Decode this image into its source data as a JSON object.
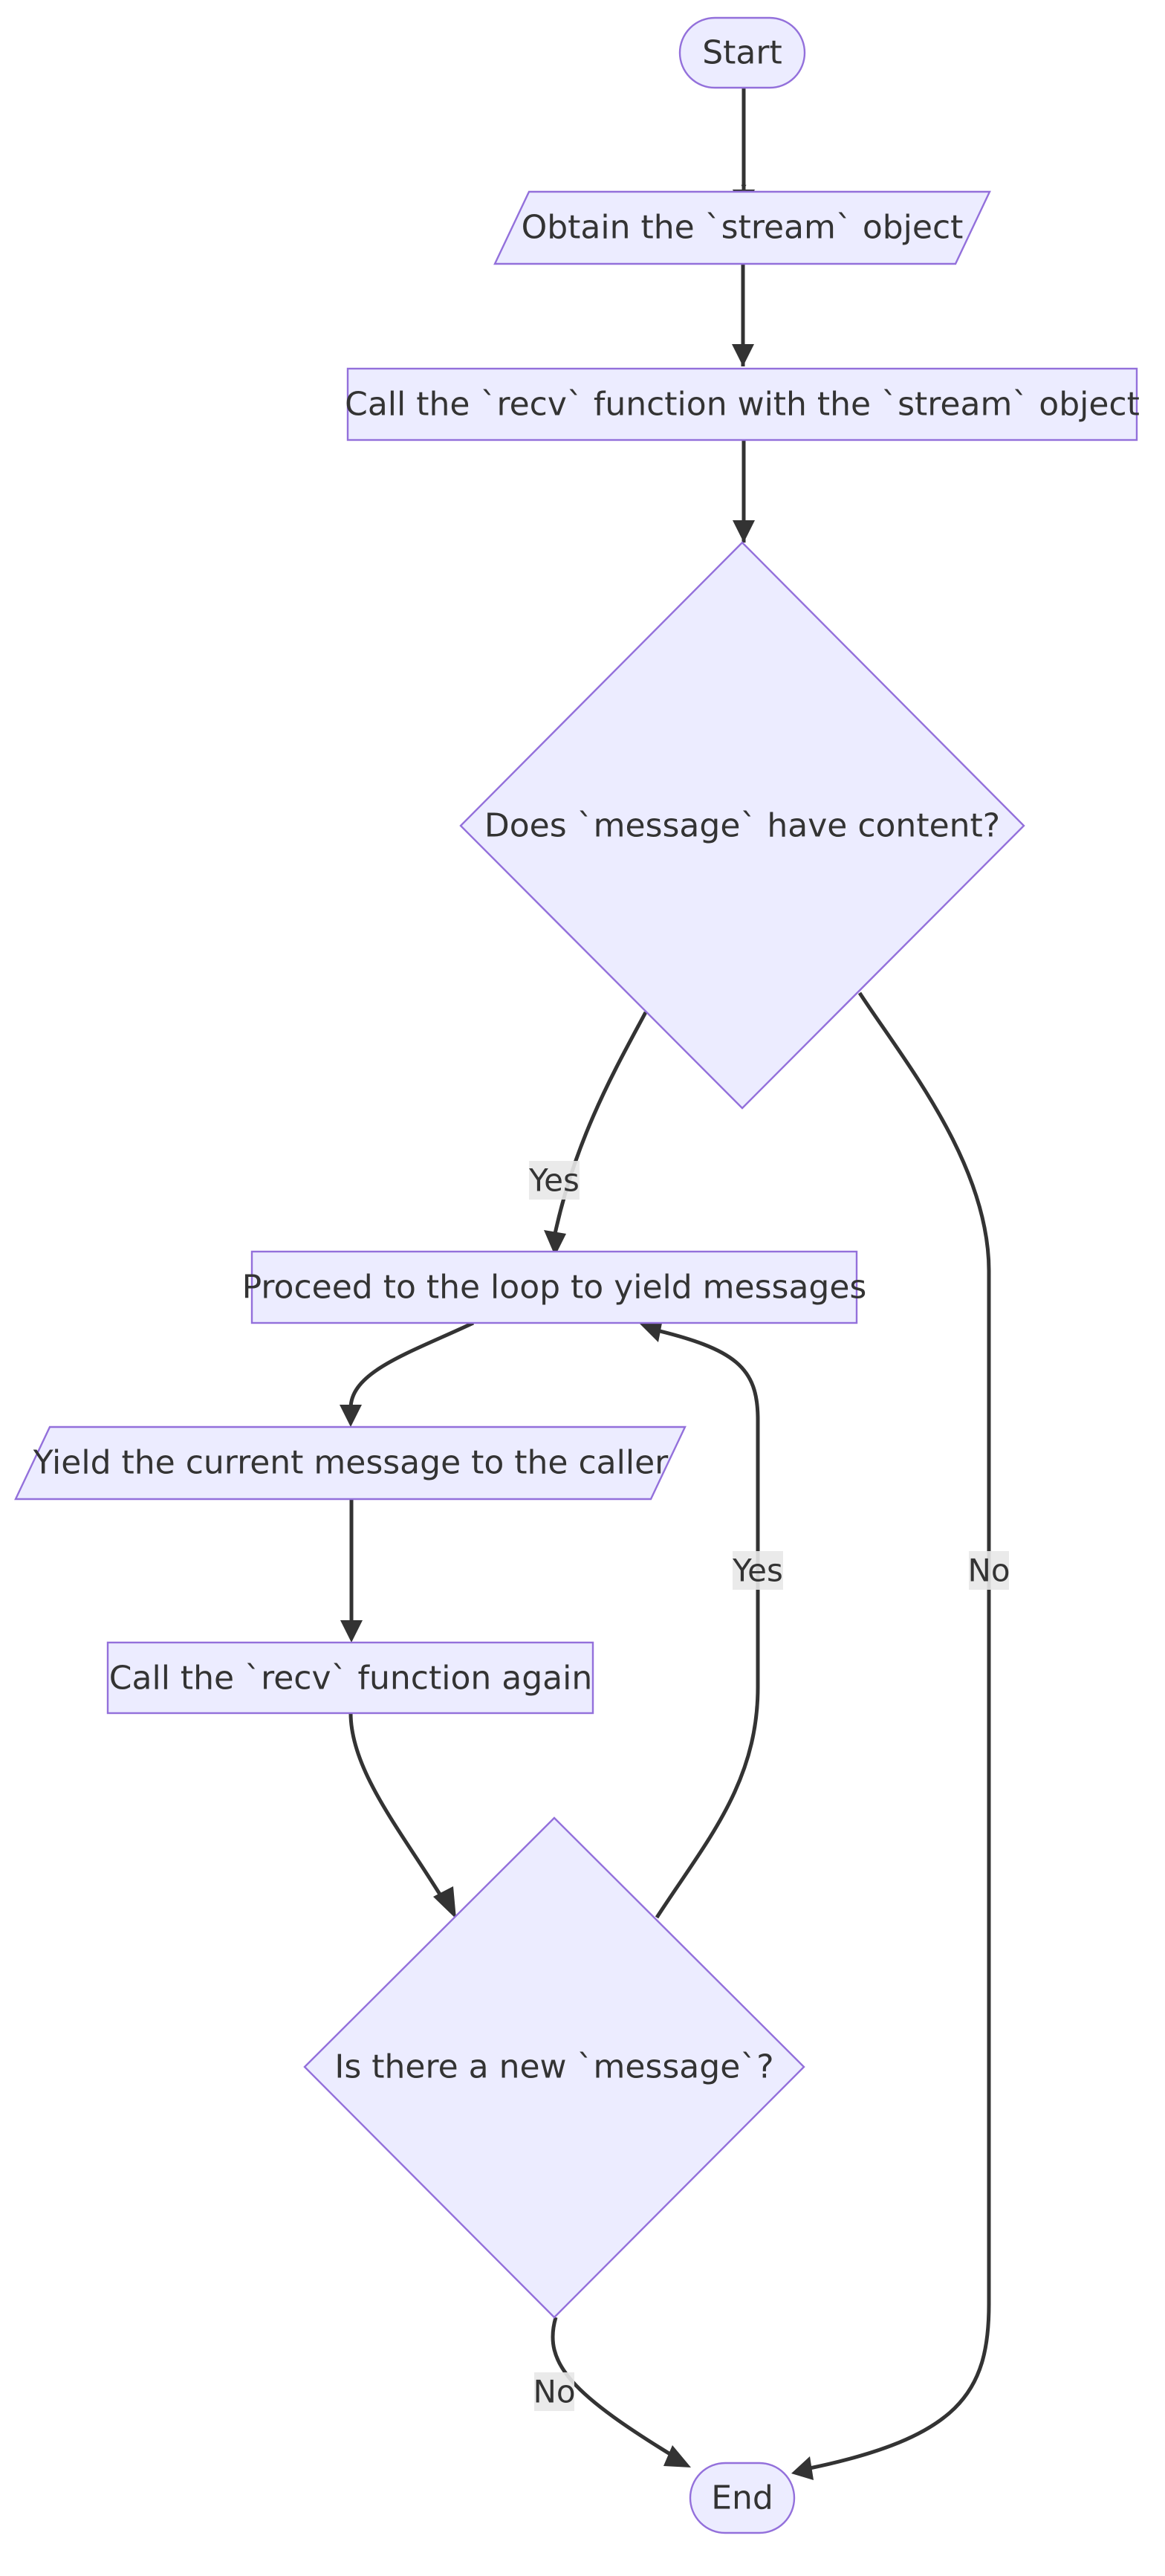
{
  "colors": {
    "node_fill": "#ECECFF",
    "node_stroke": "#9370DB",
    "edge": "#333333",
    "label_bg": "#e8e8e8",
    "text": "#333333"
  },
  "nodes": {
    "start": {
      "label": "Start",
      "shape": "stadium"
    },
    "obtain_stream": {
      "label": "Obtain the `stream` object",
      "shape": "parallelogram"
    },
    "call_recv": {
      "label": "Call the `recv` function with the `stream` object",
      "shape": "rectangle"
    },
    "has_content": {
      "label": "Does `message` have content?",
      "shape": "diamond"
    },
    "proceed_loop": {
      "label": "Proceed to the loop to yield messages",
      "shape": "rectangle"
    },
    "yield_message": {
      "label": "Yield the current message to the caller",
      "shape": "parallelogram"
    },
    "call_recv_again": {
      "label": "Call the `recv` function again",
      "shape": "rectangle"
    },
    "new_message": {
      "label": "Is there a new `message`?",
      "shape": "diamond"
    },
    "end": {
      "label": "End",
      "shape": "stadium"
    }
  },
  "edges": {
    "has_content_yes": {
      "from": "has_content",
      "to": "proceed_loop",
      "label": "Yes"
    },
    "has_content_no": {
      "from": "has_content",
      "to": "end",
      "label": "No"
    },
    "new_message_yes": {
      "from": "new_message",
      "to": "proceed_loop",
      "label": "Yes"
    },
    "new_message_no": {
      "from": "new_message",
      "to": "end",
      "label": "No"
    }
  }
}
